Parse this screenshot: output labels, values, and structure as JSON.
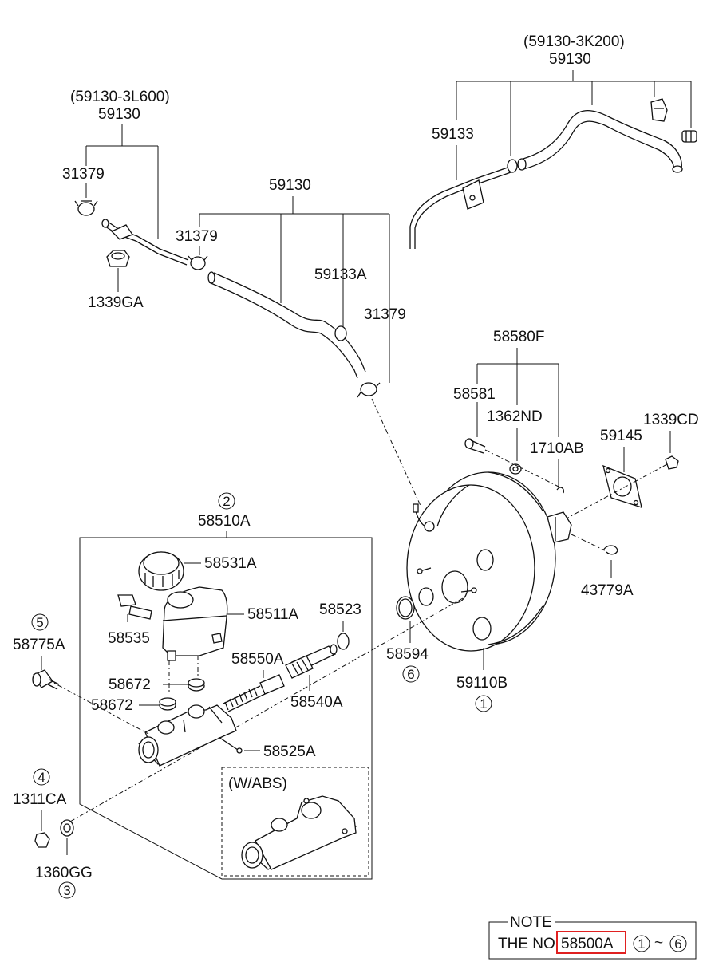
{
  "labels": {
    "top_left_group_alt": "(59130-3L600)",
    "top_left_group": "59130",
    "clamp_31379_a": "31379",
    "nut_1339GA": "1339GA",
    "hose_group_mid": "59130",
    "clamp_31379_b": "31379",
    "hose_59133A": "59133A",
    "clamp_31379_c": "31379",
    "top_right_group_alt": "(59130-3K200)",
    "top_right_group": "59130",
    "hose_59133": "59133",
    "kit_58580F": "58580F",
    "pin_58581": "58581",
    "washer_1362ND": "1362ND",
    "clip_1710AB": "1710AB",
    "gasket_59145": "59145",
    "nut_1339CD": "1339CD",
    "clip_43779A": "43779A",
    "master_cyl_assy": "58510A",
    "cap_58531A": "58531A",
    "reservoir_58511A": "58511A",
    "sensor_58535": "58535",
    "oring_58523": "58523",
    "seal_58594": "58594",
    "booster_59110B": "59110B",
    "piston_58550A": "58550A",
    "piston_58540A": "58540A",
    "grommet_58672_a": "58672",
    "grommet_58672_b": "58672",
    "screw_58525A": "58525A",
    "switch_58775A": "58775A",
    "nut_1311CA": "1311CA",
    "washer_1360GG": "1360GG",
    "abs_variant": "(W/ABS)"
  },
  "circled_numbers": {
    "master_cyl_assy": "2",
    "switch": "5",
    "nut": "4",
    "washer": "3",
    "seal": "6",
    "booster": "1"
  },
  "note": {
    "title": "NOTE",
    "prefix": "THE NO",
    "part_number": "58500A",
    "range_start": "1",
    "range_sep": "~",
    "range_end": "6",
    "highlight_color": "#e02020"
  }
}
